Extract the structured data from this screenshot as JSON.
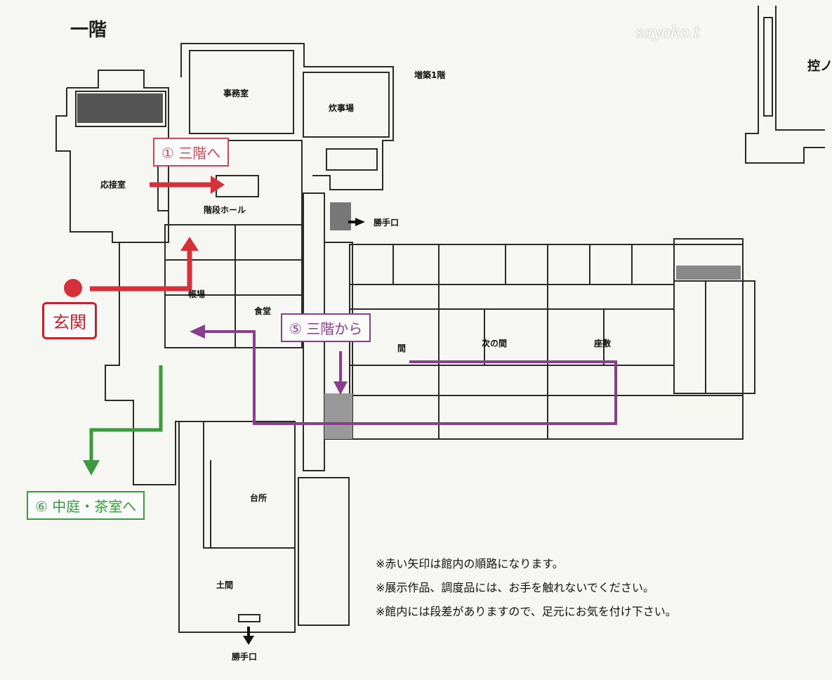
{
  "floor_title": "一階",
  "credit": "sayoko.t",
  "rooms": {
    "office": "事務室",
    "cooking": "炊事場",
    "annex": "増築1階",
    "reception": "応接室",
    "stair_hall": "階段ホール",
    "back_door_top": "勝手口",
    "hikae": "控ノ",
    "changing": "帳場",
    "dining": "食堂",
    "room_partial": "間",
    "next_room": "次の間",
    "zashiki": "座敷",
    "kitchen": "台所",
    "doma": "土間",
    "back_door_bottom": "勝手口"
  },
  "route_labels": {
    "to_third_floor": "① 三階へ",
    "from_third_floor": "⑤ 三階から",
    "to_garden": "⑥ 中庭・茶室へ",
    "entrance": "玄関"
  },
  "notes": [
    "※赤い矢印は館内の順路になります。",
    "※展示作品、調度品には、お手を触れないでください。",
    "※館内には段差がありますので、足元にお気を付け下さい。"
  ],
  "colors": {
    "route_red": "#d6303c",
    "route_purple": "#8a3f8e",
    "route_green": "#3a9a3e",
    "wall": "#2a2a2a"
  }
}
